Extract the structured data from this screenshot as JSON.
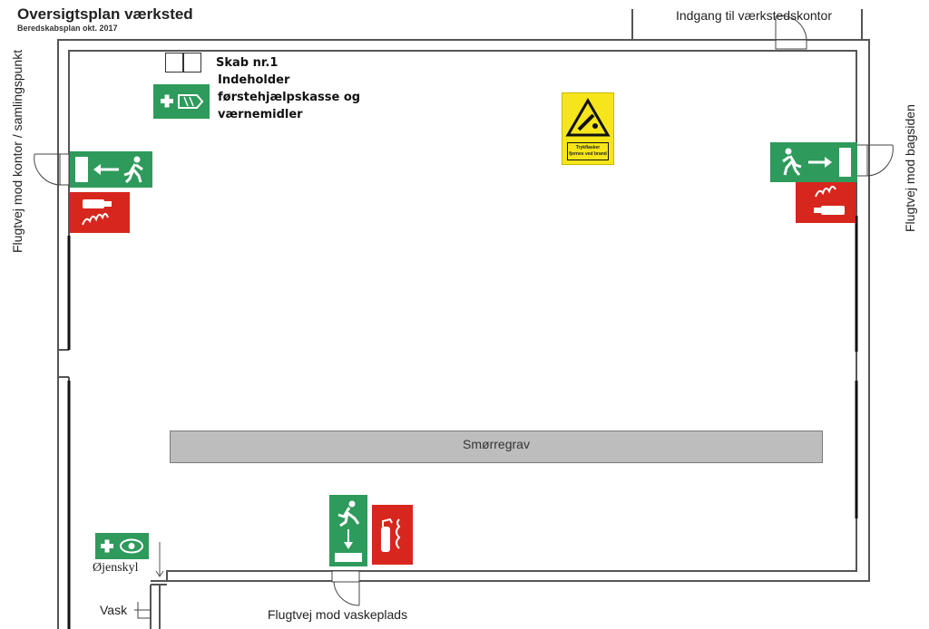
{
  "header": {
    "title": "Oversigtsplan værksted",
    "subtitle": "Beredskabsplan okt. 2017"
  },
  "labels": {
    "entrance_office": "Indgang til værkstedskontor",
    "escape_office": "Flugtvej mod kontor / samlingspunkt",
    "escape_back": "Flugtvej mod bagsiden",
    "escape_wash": "Flugtvej mod vaskeplads",
    "grease_pit": "Smørregrav",
    "eyewash": "Øjenskyl",
    "sink": "Vask"
  },
  "cabinet": {
    "name": "Skab nr.1",
    "line1": "Indeholder",
    "line2": "førstehjælpskasse og",
    "line3": "værnemidler"
  },
  "warning_sign": {
    "line1": "Trykflasker",
    "line2": "fjernes ved brand"
  },
  "colors": {
    "safety_green": "#2e9a5b",
    "fire_red": "#d7261e",
    "warning_yellow": "#f6e51a",
    "wall": "#555555",
    "pit": "#bdbdbd"
  },
  "icons": [
    "first-aid-icon",
    "exit-left-icon",
    "exit-right-icon",
    "exit-down-icon",
    "fire-extinguisher-icon",
    "eyewash-icon",
    "pressurized-gas-warning-icon"
  ]
}
